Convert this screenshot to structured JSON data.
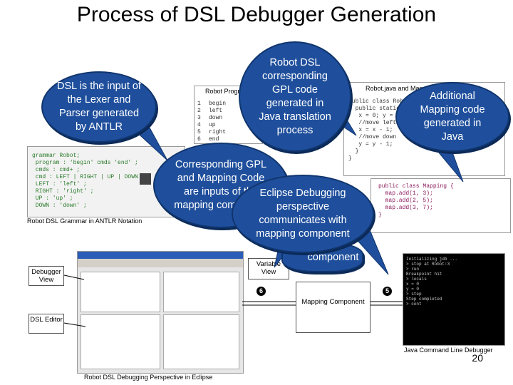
{
  "title": "Process of DSL Debugger Generation",
  "callouts": {
    "dsl_input": "DSL is the input of the Lexer and Parser generated by ANTLR",
    "robot_gpl": "Robot DSL corresponding GPL code generated in Java translation process",
    "mapping_code": "Additional Mapping code generated in Java",
    "inputs": "Corresponding GPL and Mapping Code are inputs of the mapping component",
    "eclipse": "Eclipse Debugging perspective communicates with mapping component"
  },
  "labels": {
    "grammar": "Robot DSL Grammar in ANTLR Notation",
    "robot_program": "Robot Program",
    "robot_java": "Robot.java and Mapping",
    "debugger_view": "Debugger View",
    "dsl_editor": "DSL Editor",
    "perspective": "Robot DSL Debugging Perspective in Eclipse",
    "cmd_debugger": "Java Command Line Debugger",
    "variable_view": "Variable View",
    "mapping_component": "Mapping Component",
    "component_fragment": "component"
  },
  "robot_code": {
    "line_numbers": [
      "1",
      "2",
      "3",
      "4",
      "5",
      "6"
    ],
    "lines": [
      "begin",
      "left",
      "down",
      "up",
      "right",
      "end"
    ]
  },
  "steps": [
    "6",
    "5"
  ],
  "page_number": "20",
  "colors": {
    "callout_fill": "#1f4f9c",
    "callout_border": "#10356e"
  }
}
